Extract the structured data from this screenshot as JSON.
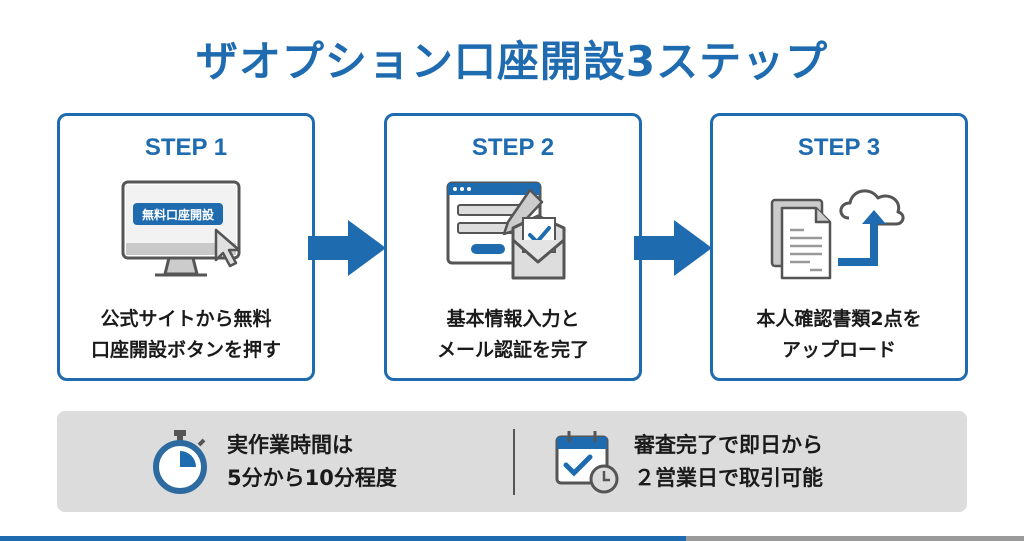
{
  "title": "ザオプション口座開設3ステップ",
  "steps": [
    {
      "label": "STEP 1",
      "icon": "computer-click-icon",
      "button_text": "無料口座開設",
      "desc_line1": "公式サイトから無料",
      "desc_line2": "口座開設ボタンを押す"
    },
    {
      "label": "STEP 2",
      "icon": "form-email-verify-icon",
      "desc_line1": "基本情報入力と",
      "desc_line2": "メール認証を完了"
    },
    {
      "label": "STEP 3",
      "icon": "document-upload-icon",
      "desc_line1": "本人確認書類2点を",
      "desc_line2": "アップロード"
    }
  ],
  "info": [
    {
      "icon": "stopwatch-icon",
      "line1": "実作業時間は",
      "line2": "5分から10分程度"
    },
    {
      "icon": "calendar-check-icon",
      "line1": "審査完了で即日から",
      "line2": "２営業日で取引可能"
    }
  ],
  "colors": {
    "accent": "#1f6bb0",
    "panel": "#dcdcdc",
    "icon_grey": "#555555"
  }
}
